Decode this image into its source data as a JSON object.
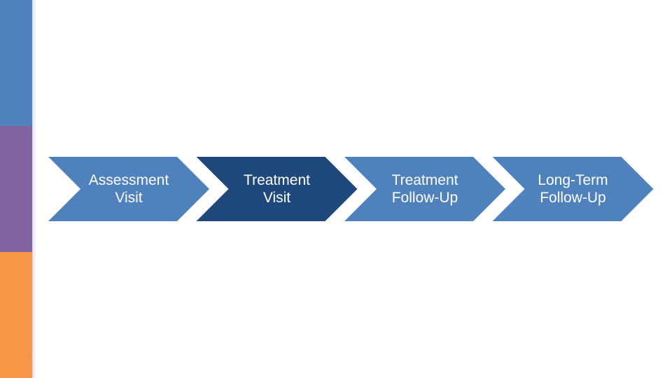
{
  "colors": {
    "bar_top": "#4F81BD",
    "bar_middle": "#8064A2",
    "bar_bottom": "#F79646",
    "step_default": "#4F81BD",
    "step_active": "#1F497D",
    "text": "#FFFFFF"
  },
  "process": {
    "steps": [
      {
        "label": "Assessment\nVisit",
        "active": false
      },
      {
        "label": "Treatment\nVisit",
        "active": true
      },
      {
        "label": "Treatment\nFollow-Up",
        "active": false
      },
      {
        "label": "Long-Term\nFollow-Up",
        "active": false
      }
    ]
  }
}
